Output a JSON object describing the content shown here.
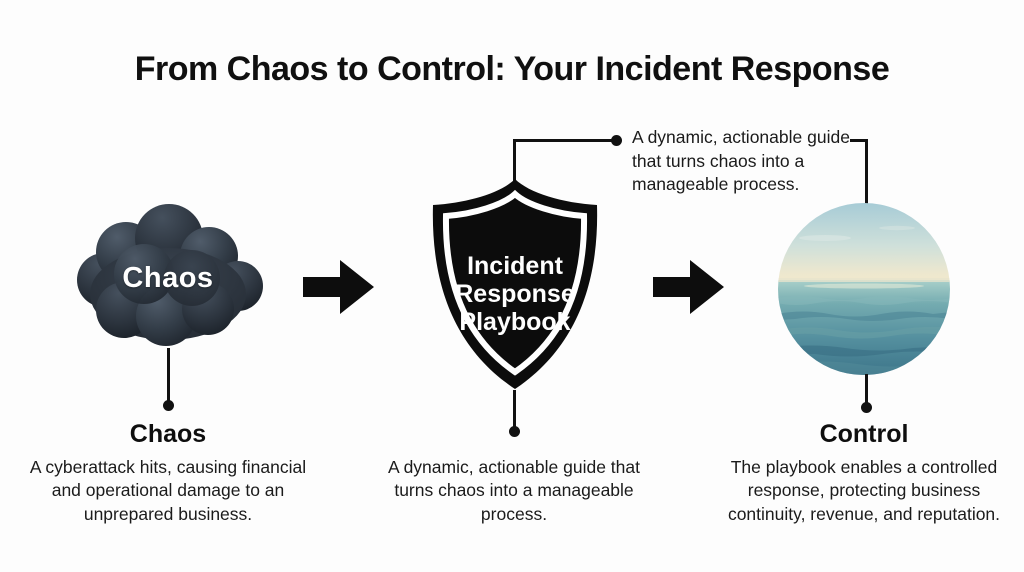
{
  "title": "From Chaos to Control: Your Incident Response",
  "nodes": {
    "chaos": {
      "icon_label": "Chaos",
      "heading": "Chaos",
      "description": "A cyberattack hits, causing financial and operational damage to an unprepared business."
    },
    "playbook": {
      "label_lines": [
        "Incident",
        "Response",
        "Playbook"
      ],
      "callout": "A dynamic, actionable guide that turns chaos into a manageable process.",
      "description": "A dynamic, actionable guide that turns chaos into a manageable process."
    },
    "control": {
      "heading": "Control",
      "description": "The playbook enables a controlled response, protecting business continuity, revenue, and reputation."
    }
  },
  "icons": {
    "storm_cloud": "storm-cloud",
    "arrow_left": "arrow-right",
    "shield": "shield",
    "arrow_right": "arrow-right",
    "calm_ocean": "calm-ocean"
  },
  "colors": {
    "background": "#fdfdfd",
    "text": "#141414",
    "shield_fill": "#0c0c0c",
    "cloud_dark": "#242b34",
    "cloud_light": "#4c5864",
    "sky_top": "#a6cbd6",
    "horizon_glow": "#f0e7cc",
    "sea_deep": "#3c7489"
  }
}
